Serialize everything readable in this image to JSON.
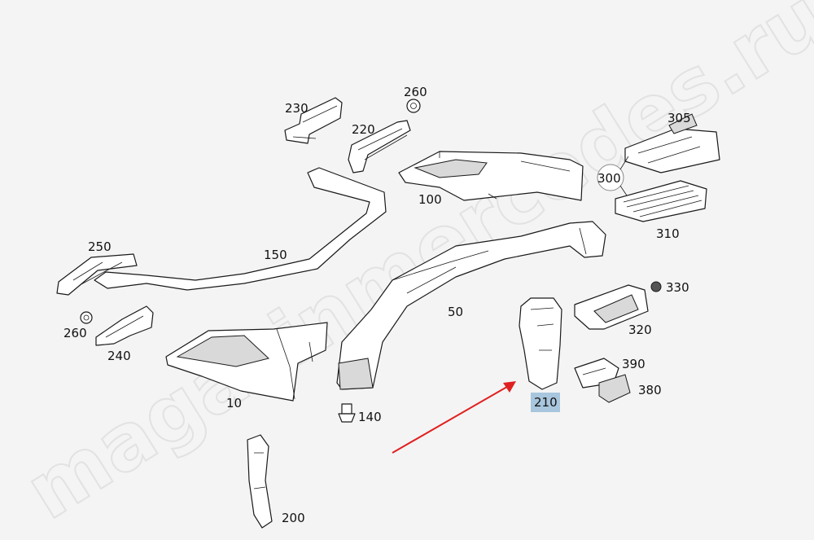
{
  "watermark": "magazinmercedes.ru",
  "colors": {
    "background": "#f4f4f4",
    "highlight_fill": "#a8c6dd",
    "arrow": "#e02020"
  },
  "parts": [
    {
      "id": "p230",
      "label": "230"
    },
    {
      "id": "p260a",
      "label": "260"
    },
    {
      "id": "p220",
      "label": "220"
    },
    {
      "id": "p305",
      "label": "305"
    },
    {
      "id": "p300",
      "label": "300"
    },
    {
      "id": "p100",
      "label": "100"
    },
    {
      "id": "p310",
      "label": "310"
    },
    {
      "id": "p250",
      "label": "250"
    },
    {
      "id": "p150",
      "label": "150"
    },
    {
      "id": "p330",
      "label": "330"
    },
    {
      "id": "p50",
      "label": "50"
    },
    {
      "id": "p260b",
      "label": "260"
    },
    {
      "id": "p320",
      "label": "320"
    },
    {
      "id": "p240",
      "label": "240"
    },
    {
      "id": "p390",
      "label": "390"
    },
    {
      "id": "p10",
      "label": "10"
    },
    {
      "id": "p380",
      "label": "380"
    },
    {
      "id": "p210",
      "label": "210",
      "highlighted": true
    },
    {
      "id": "p140",
      "label": "140"
    },
    {
      "id": "p200",
      "label": "200"
    }
  ]
}
